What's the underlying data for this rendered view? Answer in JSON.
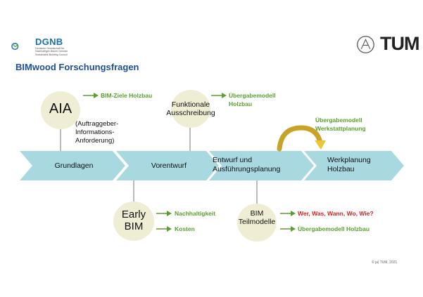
{
  "header": {
    "dgnb_name": "DGNB",
    "dgnb_subtitle": "Deutsche Gesellschaft für Nachhaltiges Bauen German Sustainable Building Council",
    "tum_name": "TUM",
    "title": "BIMwood Forschungsfragen"
  },
  "process": {
    "phases": [
      {
        "label": "Grundlagen"
      },
      {
        "label": "Vorentwurf"
      },
      {
        "label_lines": [
          "Entwurf und",
          "Ausführungsplanung"
        ]
      },
      {
        "label_lines": [
          "Werkplanung",
          "Holzbau"
        ]
      }
    ]
  },
  "nodes": {
    "aia": {
      "label": "AIA",
      "note_lines": [
        "(Auftraggeber-",
        "Informations-",
        "Anforderung)"
      ],
      "output": "BIM-Ziele Holzbau"
    },
    "ausschreibung": {
      "label_lines": [
        "Funktionale",
        "Ausschreibung"
      ],
      "output_lines": [
        "Übergabemodell",
        "Holzbau"
      ]
    },
    "werkstatt": {
      "output_lines": [
        "Übergabemodell",
        "Werkstattplanung"
      ]
    },
    "early_bim": {
      "label_lines": [
        "Early",
        "BIM"
      ],
      "outputs": [
        "Nachhaltigkeit",
        "Kosten"
      ]
    },
    "bim_teilmodelle": {
      "label_lines": [
        "BIM",
        "Teilmodelle"
      ],
      "output_question": "Wer, Was, Wann, Wo, Wie?",
      "output_model": "Übergabemodell Holzbau"
    }
  },
  "colors": {
    "chevron": "#a8d9e0",
    "circle": "#efeed5",
    "green": "#5aa02c",
    "red": "#d92020",
    "title": "#1f4e9a",
    "gold_arrow": "#c9a228"
  },
  "footer": {
    "copyright": "© ja| TUM, 2021"
  }
}
